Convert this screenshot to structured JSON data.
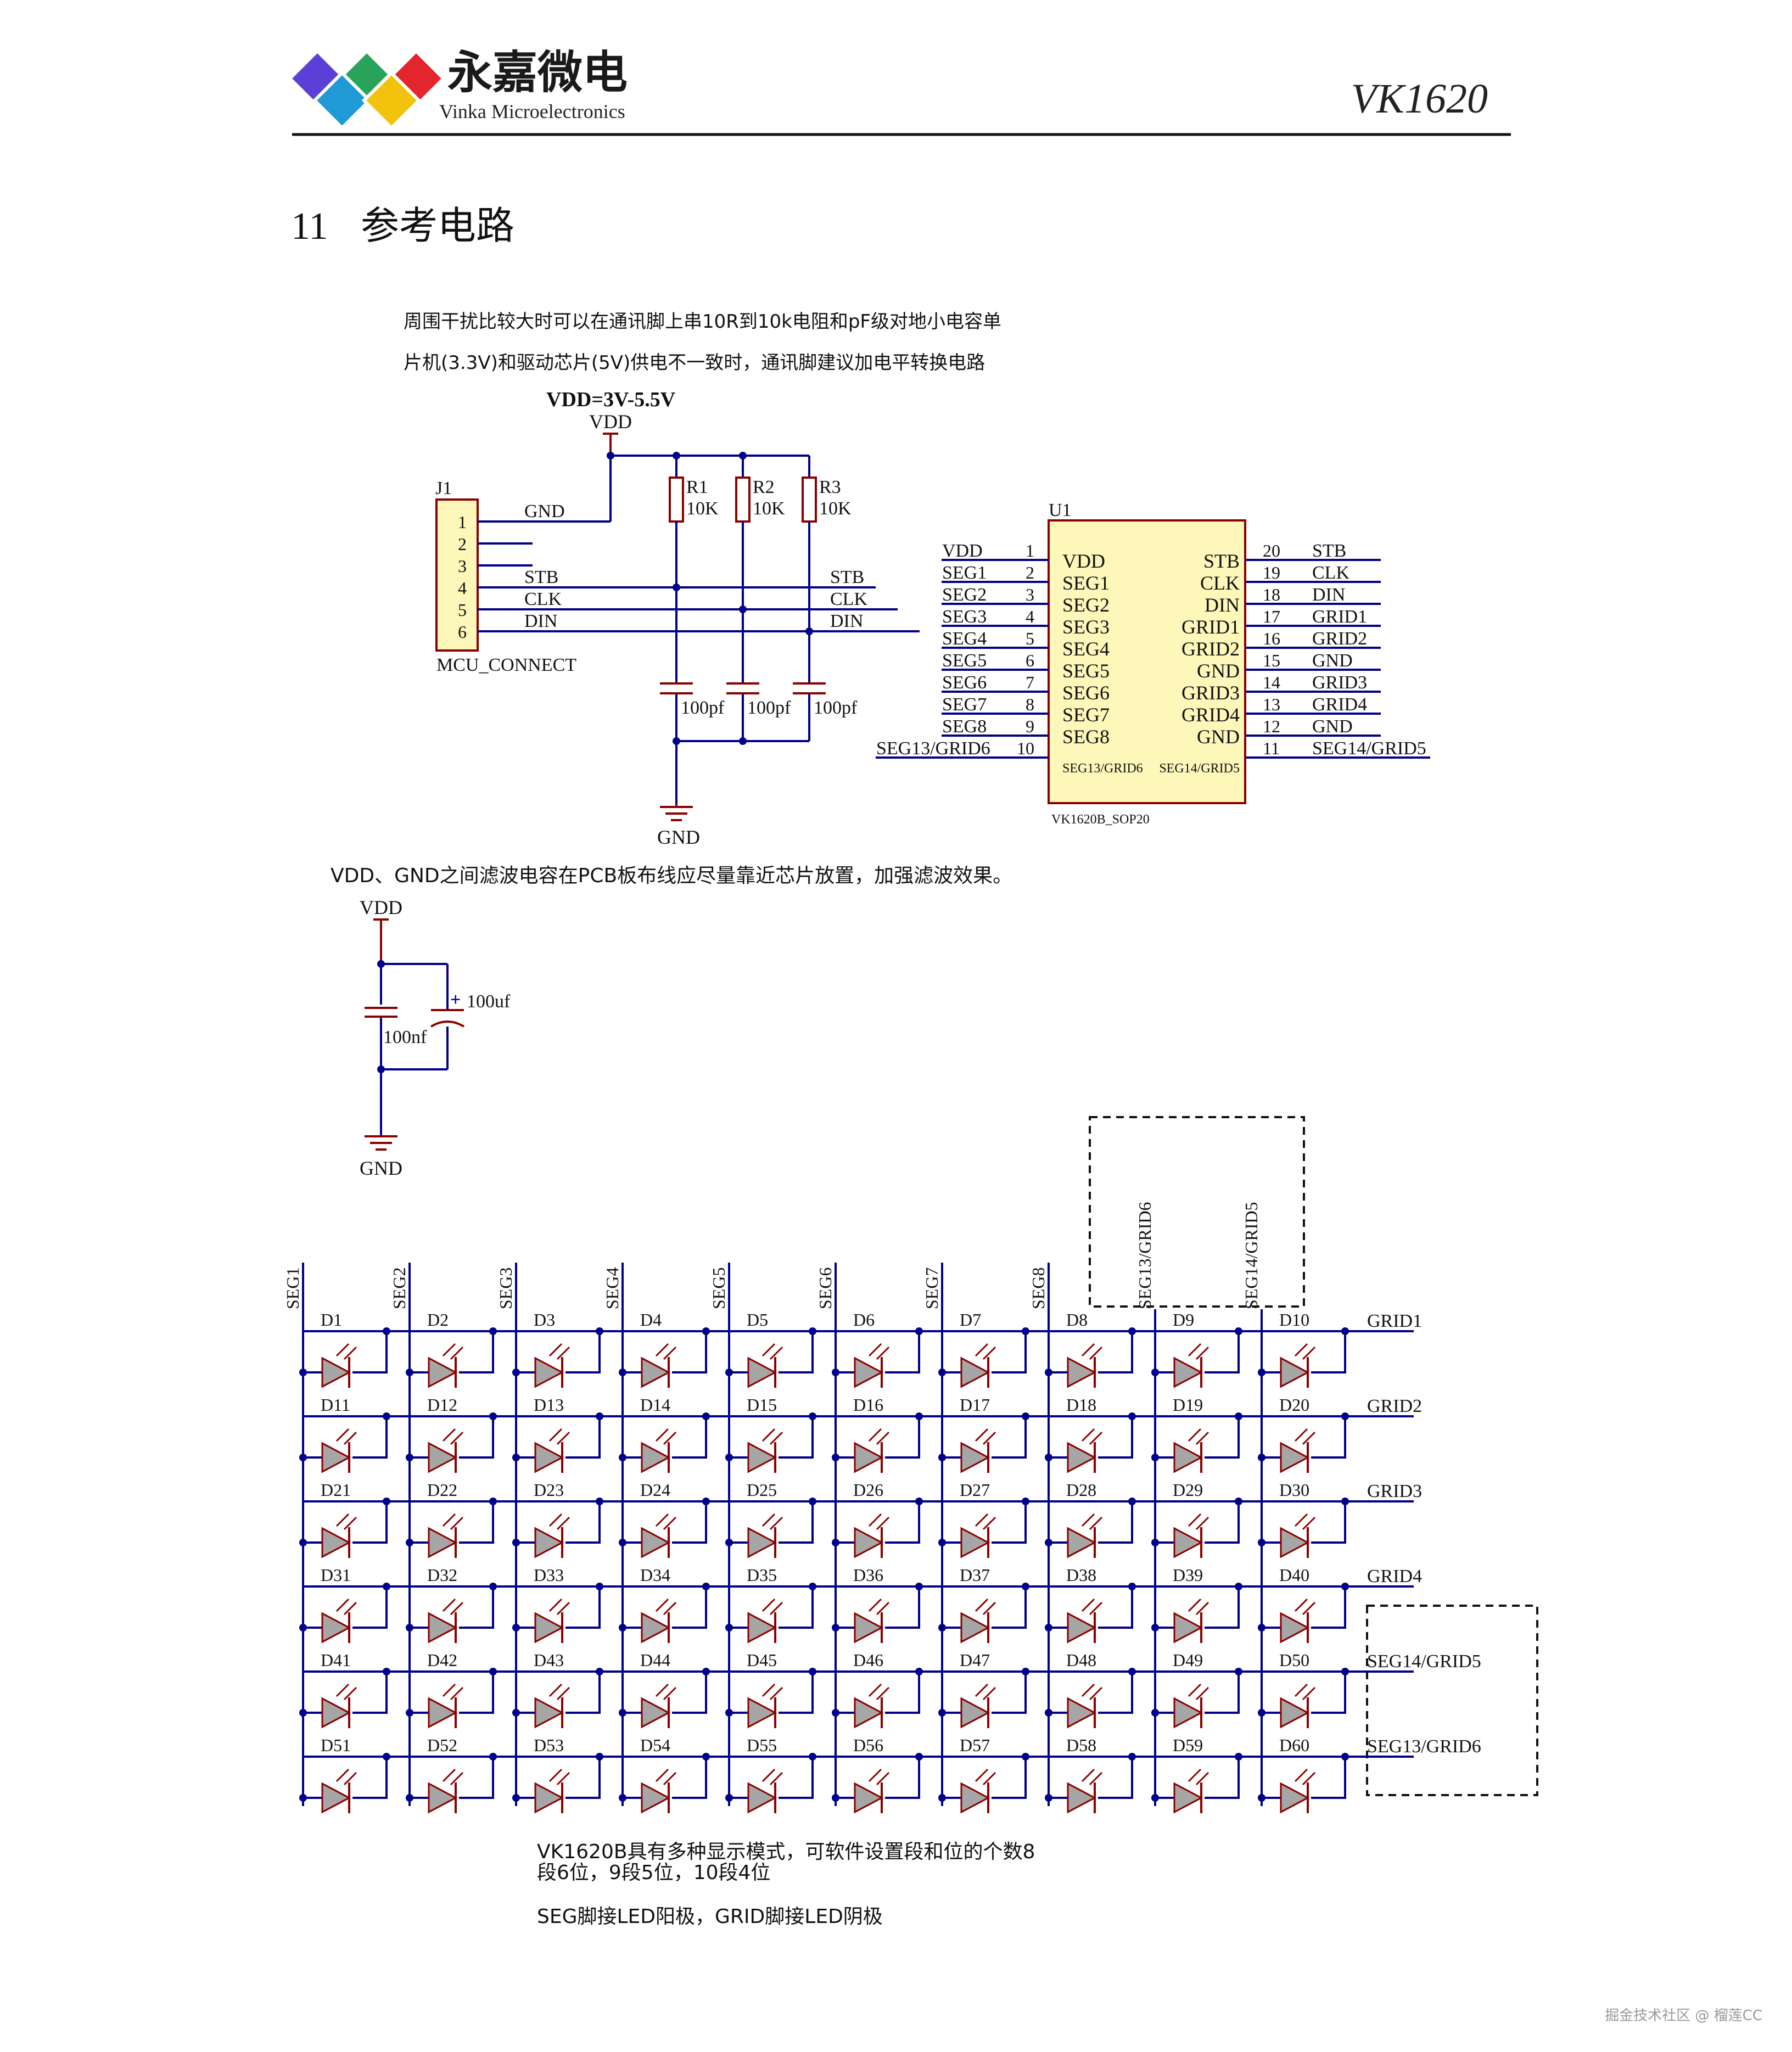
{
  "header": {
    "company_cn": "永嘉微电",
    "company_en": "Vinka Microelectronics",
    "doc_title": "VK1620",
    "logo_colors": [
      "#5b3fd6",
      "#2aa35a",
      "#e2262d",
      "#1f9ad6",
      "#f2c20c"
    ]
  },
  "section": {
    "number": "11",
    "title": "参考电路"
  },
  "notes": {
    "line1": "周围干扰比较大时可以在通讯脚上串10R到10k电阻和pF级对地小电容单",
    "line2": "片机(3.3V)和驱动芯片(5V)供电不一致时，通讯脚建议加电平转换电路",
    "filter_note": "VDD、GND之间滤波电容在PCB板布线应尽量靠近芯片放置，加强滤波效果。",
    "mode_line1": "VK1620B具有多种显示模式，可软件设置段和位的个数8",
    "mode_line2": "段6位，9段5位，10段4位",
    "led_note": "SEG脚接LED阳极，GRID脚接LED阴极"
  },
  "schematic1": {
    "supply_label": "VDD=3V-5.5V",
    "vdd": "VDD",
    "gnd": "GND",
    "connector": {
      "ref": "J1",
      "name": "MCU_CONNECT",
      "pins": [
        "1",
        "2",
        "3",
        "4",
        "5",
        "6"
      ],
      "nets": [
        "GND",
        "",
        "",
        "STB",
        "CLK",
        "DIN"
      ]
    },
    "resistors": [
      {
        "ref": "R1",
        "value": "10K"
      },
      {
        "ref": "R2",
        "value": "10K"
      },
      {
        "ref": "R3",
        "value": "10K"
      }
    ],
    "cap_value": "100pf",
    "bus_labels": [
      "STB",
      "CLK",
      "DIN"
    ]
  },
  "chip": {
    "ref": "U1",
    "part": "VK1620B_SOP20",
    "left_pins": [
      {
        "num": "1",
        "net": "VDD",
        "name": "VDD"
      },
      {
        "num": "2",
        "net": "SEG1",
        "name": "SEG1"
      },
      {
        "num": "3",
        "net": "SEG2",
        "name": "SEG2"
      },
      {
        "num": "4",
        "net": "SEG3",
        "name": "SEG3"
      },
      {
        "num": "5",
        "net": "SEG4",
        "name": "SEG4"
      },
      {
        "num": "6",
        "net": "SEG5",
        "name": "SEG5"
      },
      {
        "num": "7",
        "net": "SEG6",
        "name": "SEG6"
      },
      {
        "num": "8",
        "net": "SEG7",
        "name": "SEG7"
      },
      {
        "num": "9",
        "net": "SEG8",
        "name": "SEG8"
      },
      {
        "num": "10",
        "net": "SEG13/GRID6",
        "name": "SEG13/GRID6"
      }
    ],
    "right_pins": [
      {
        "num": "20",
        "net": "STB",
        "name": "STB"
      },
      {
        "num": "19",
        "net": "CLK",
        "name": "CLK"
      },
      {
        "num": "18",
        "net": "DIN",
        "name": "DIN"
      },
      {
        "num": "17",
        "net": "GRID1",
        "name": "GRID1"
      },
      {
        "num": "16",
        "net": "GRID2",
        "name": "GRID2"
      },
      {
        "num": "15",
        "net": "GND",
        "name": "GND"
      },
      {
        "num": "14",
        "net": "GRID3",
        "name": "GRID3"
      },
      {
        "num": "13",
        "net": "GRID4",
        "name": "GRID4"
      },
      {
        "num": "12",
        "net": "GND",
        "name": "GND"
      },
      {
        "num": "11",
        "net": "SEG14/GRID5",
        "name": "SEG14/GRID5"
      }
    ]
  },
  "filter": {
    "vdd": "VDD",
    "gnd": "GND",
    "c1": "100nf",
    "c2": "100uf",
    "plus": "+"
  },
  "matrix": {
    "seg_labels": [
      "SEG1",
      "SEG2",
      "SEG3",
      "SEG4",
      "SEG5",
      "SEG6",
      "SEG7",
      "SEG8",
      "SEG13/GRID6",
      "SEG14/GRID5"
    ],
    "grid_labels": [
      "GRID1",
      "GRID2",
      "GRID3",
      "GRID4",
      "SEG14/GRID5",
      "SEG13/GRID6"
    ],
    "led_labels": [
      [
        "D1",
        "D2",
        "D3",
        "D4",
        "D5",
        "D6",
        "D7",
        "D8",
        "D9",
        "D10"
      ],
      [
        "D11",
        "D12",
        "D13",
        "D14",
        "D15",
        "D16",
        "D17",
        "D18",
        "D19",
        "D20"
      ],
      [
        "D21",
        "D22",
        "D23",
        "D24",
        "D25",
        "D26",
        "D27",
        "D28",
        "D29",
        "D30"
      ],
      [
        "D31",
        "D32",
        "D33",
        "D34",
        "D35",
        "D36",
        "D37",
        "D38",
        "D39",
        "D40"
      ],
      [
        "D41",
        "D42",
        "D43",
        "D44",
        "D45",
        "D46",
        "D47",
        "D48",
        "D49",
        "D50"
      ],
      [
        "D51",
        "D52",
        "D53",
        "D54",
        "D55",
        "D56",
        "D57",
        "D58",
        "D59",
        "D60"
      ]
    ]
  },
  "watermark": "掘金技术社区 @ 榴莲CC"
}
